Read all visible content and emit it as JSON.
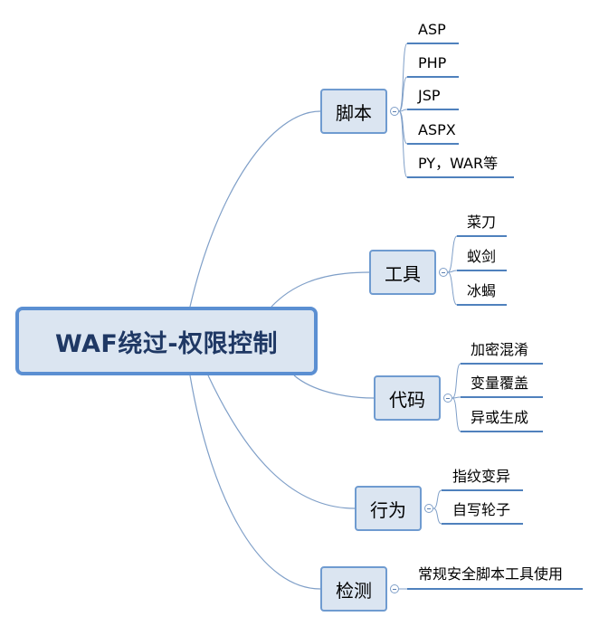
{
  "root": {
    "label": "WAF绕过-权限控制"
  },
  "branches": [
    {
      "id": "script",
      "label": "脚本",
      "children": [
        "ASP",
        "PHP",
        "JSP",
        "ASPX",
        "PY，WAR等"
      ]
    },
    {
      "id": "tools",
      "label": "工具",
      "children": [
        "菜刀",
        "蚁剑",
        "冰蝎"
      ]
    },
    {
      "id": "code",
      "label": "代码",
      "children": [
        "加密混淆",
        "变量覆盖",
        "异或生成"
      ]
    },
    {
      "id": "behavior",
      "label": "行为",
      "children": [
        "指纹变异",
        "自写轮子"
      ]
    },
    {
      "id": "detect",
      "label": "检测",
      "children": [
        "常规安全脚本工具使用"
      ]
    }
  ],
  "colors": {
    "node_fill": "#dbe5f1",
    "root_border": "#5b8fd2",
    "branch_border": "#6f9bd0",
    "connector": "#7f9fc8",
    "leaf_underline": "#4f81bd"
  }
}
